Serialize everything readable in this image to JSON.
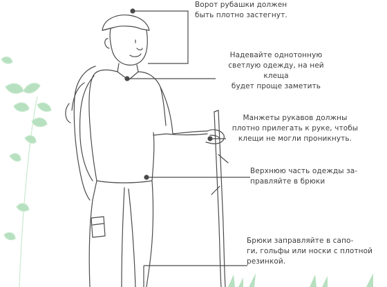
{
  "callouts": [
    {
      "id": "collar",
      "text": "Ворот рубашки должен\nбыть плотно застегнут."
    },
    {
      "id": "clothing",
      "text": "Надевайте однотонную\nсветлую одежду, на ней клеща\nбудет проще заметить"
    },
    {
      "id": "cuffs",
      "text": "Манжеты рукавов должны\nплотно прилегать к руке, чтобы\nклещи не могли проникнуть."
    },
    {
      "id": "tuck-shirt",
      "text": "Верхнюю часть одежды за-\nправляйте в брюки"
    },
    {
      "id": "tuck-pants",
      "text": "Брюки заправляйте в сапо-\nги, гольфы или носки с плотной\nрезинкой."
    }
  ],
  "colors": {
    "line": "#4a4a4a",
    "text": "#3c3c3c",
    "plant": "#a9d8b3",
    "plant_stem": "#c3e6c9"
  }
}
